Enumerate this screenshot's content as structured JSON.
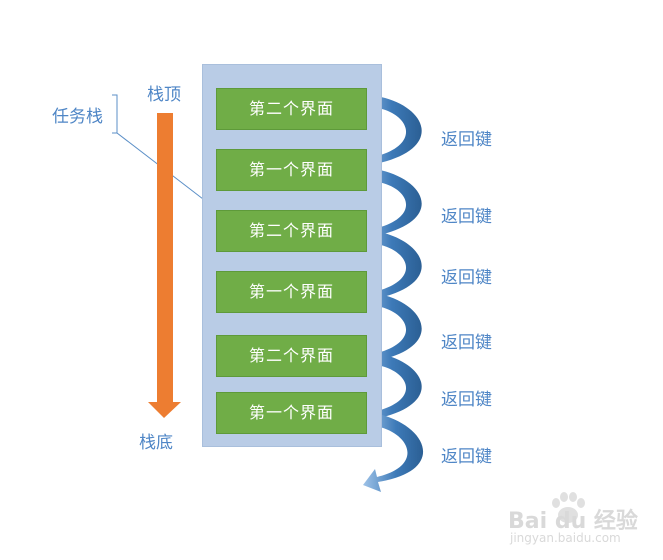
{
  "stack": {
    "top_label": "栈顶",
    "bottom_label": "栈底",
    "task_stack_label": "任务栈",
    "screens": [
      "第二个界面",
      "第一个界面",
      "第二个界面",
      "第一个界面",
      "第二个界面",
      "第一个界面"
    ]
  },
  "back_labels": [
    "返回键",
    "返回键",
    "返回键",
    "返回键",
    "返回键",
    "返回键"
  ],
  "colors": {
    "panel": "#b9cce6",
    "screen_box": "#70ad47",
    "arrow_orange": "#ed7d31",
    "curved_arrow": "#3d7ab8",
    "label_blue": "#4f86c6"
  },
  "watermark": {
    "logo_text": "Bai du 经验",
    "url": "jingyan.baidu.com"
  }
}
